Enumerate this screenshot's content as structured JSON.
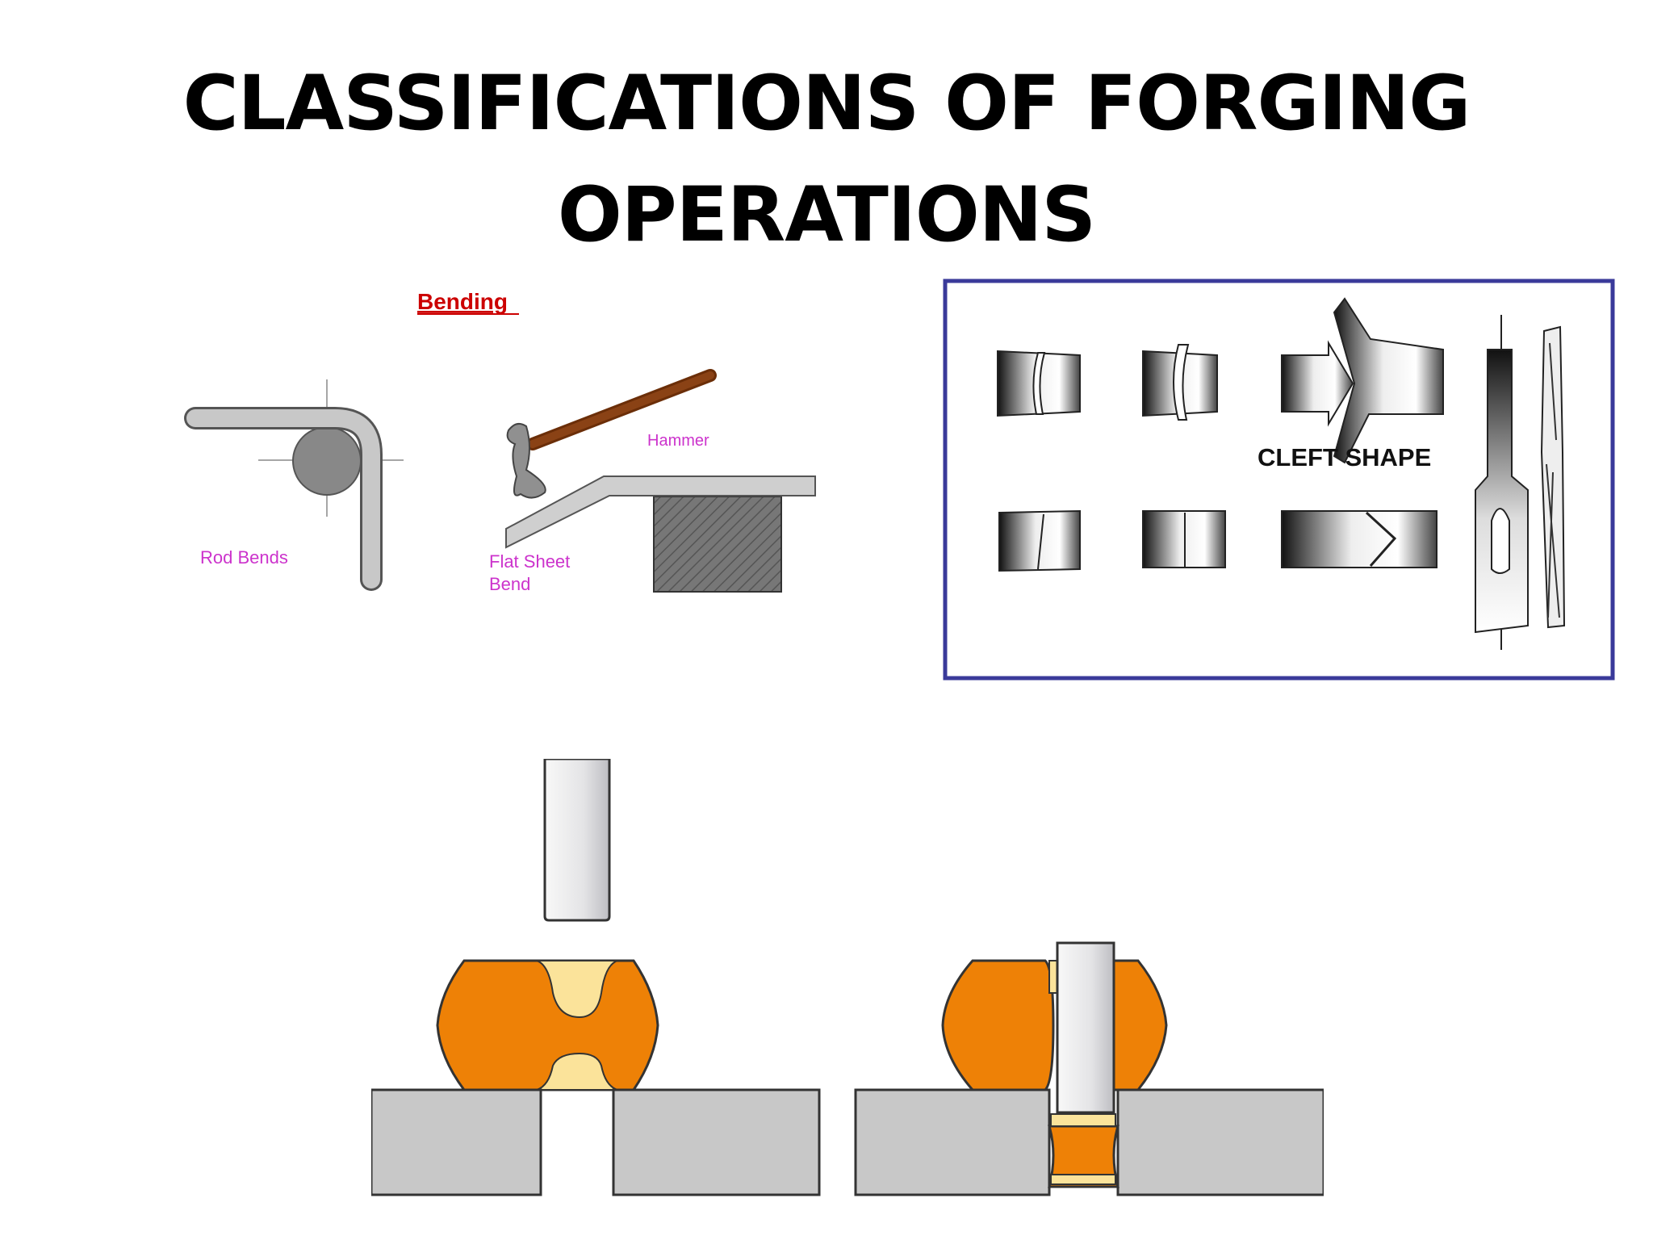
{
  "slide": {
    "title_line1": "CLASSIFICATIONS OF FORGING",
    "title_line2": "OPERATIONS"
  },
  "bending": {
    "heading": "Bending",
    "rod_label": "Rod Bends",
    "hammer_label": "Hammer",
    "sheet_label_1": "Flat Sheet",
    "sheet_label_2": "Bend",
    "heading_color": "#cc0000",
    "label_color": "#cc33cc"
  },
  "cleft": {
    "label": "CLEFT SHAPE",
    "frame_color": "#3a3a9a"
  },
  "piercing": {
    "workpiece_color": "#ee8106",
    "core_color": "#fbe39a",
    "die_color": "#c8c8c8"
  }
}
